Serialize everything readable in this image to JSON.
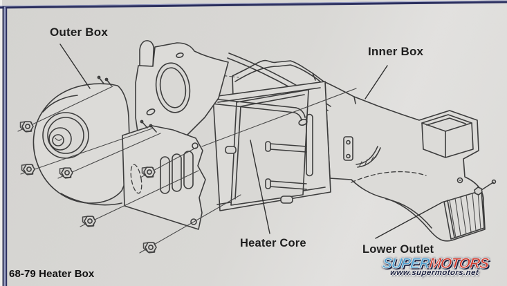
{
  "figure": {
    "caption": "68-79 Heater Box",
    "labels": {
      "outer_box": "Outer Box",
      "inner_box": "Inner Box",
      "heater_core": "Heater Core",
      "lower_outlet": "Lower Outlet"
    }
  },
  "watermark": {
    "super": "SUPER",
    "motors": "MOTORS",
    "url": "www.supermotors.net"
  },
  "colors": {
    "page_bg": "#d9d8d5",
    "ink": "#3c3c3c",
    "frame_navy": "#2b2f5e",
    "frame_light": "#9aa0c6",
    "label_ink": "#1e1e1e",
    "wm_blue": "#4e9fd0",
    "wm_red": "#d03a2e",
    "wm_navy": "#1c2140",
    "wm_outline": "#f2f2f0"
  }
}
